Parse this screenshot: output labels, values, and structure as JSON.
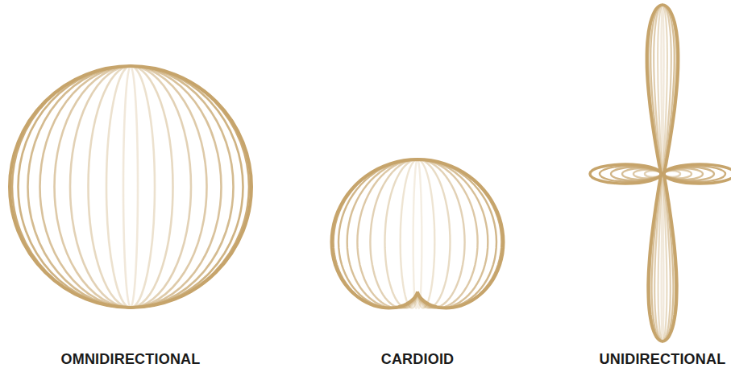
{
  "diagram": {
    "labels": [
      "OMNIDIRECTIONAL",
      "CARDIOID",
      "UNIDIRECTIONAL"
    ]
  }
}
